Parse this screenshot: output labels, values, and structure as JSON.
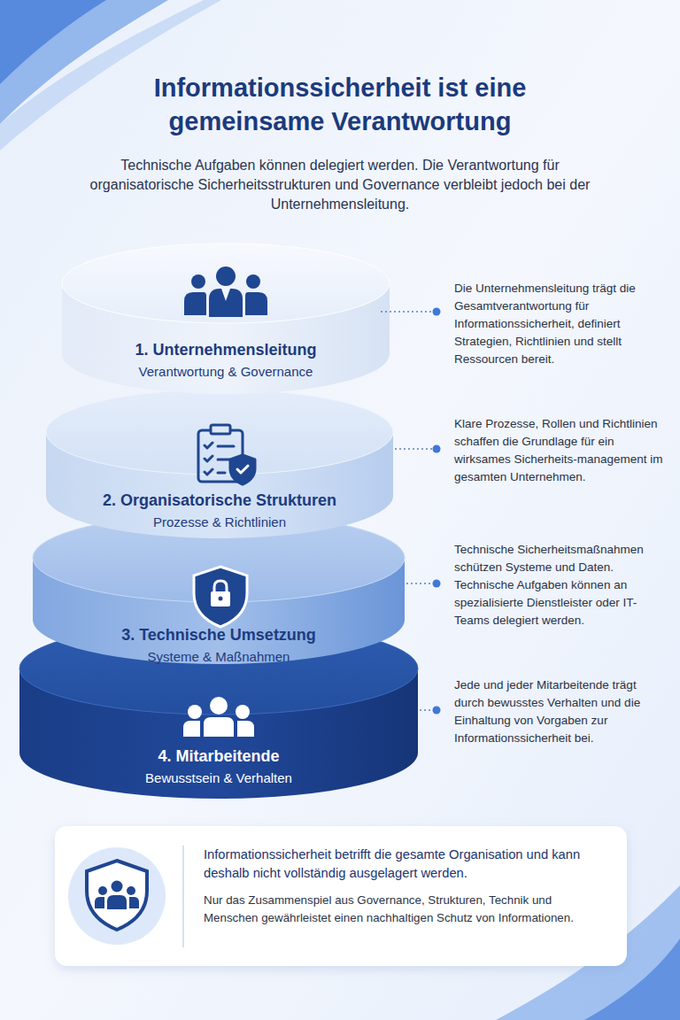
{
  "diagram": {
    "title": "Informationssicherheit ist eine gemeinsame Verantwortung",
    "nodes": [
      {
        "text": [
          "1. Unternehmensleitung",
          "Verantwortung & Governance"
        ]
      },
      {
        "text": [
          "2. Organisatorische Strukturen",
          "Prozesse & Richtlinien"
        ]
      },
      {
        "text": [
          "3. Technische Umsetzung",
          "Systeme & Maßnahmen"
        ]
      },
      {
        "text": [
          "4. Mitarbeitende",
          "Bewusstsein & Verhalten"
        ]
      },
      {
        "text": [
          "Informationssicherheit betrifft die gesamte Organisation und kann deshalb nicht vollständig ausgelagert werden.",
          "Nur das Zusammenspiel aus Governance, Strukturen, Technik und Menschen gewährleistet einen nachhaltigen Schutz von Informationen."
        ]
      }
    ],
    "labels": [
      "Technische Aufgaben können delegiert werden. Die Verantwortung für organisatorische Sicherheitsstrukturen und Governance verbleibt jedoch bei der Unternehmensleitung.",
      "Die Unternehmensleitung trägt die Gesamtverantwortung für Informationssicherheit, definiert Strategien, Richtlinien und stellt Ressourcen bereit.",
      "Klare Prozesse, Rollen und Richtlinien schaffen die Grundlage für ein wirksames Sicherheits-management im gesamten Unternehmen.",
      "Technische Sicherheitsmaßnahmen schützen Systeme und Daten. Technische Aufgaben können an spezialisierte Dienstleister oder IT-Teams delegiert werden.",
      "Jede und jeder Mitarbeitende trägt durch bewusstes Verhalten und die Einhaltung von Vorgaben zur Informationssicherheit bei."
    ]
  }
}
